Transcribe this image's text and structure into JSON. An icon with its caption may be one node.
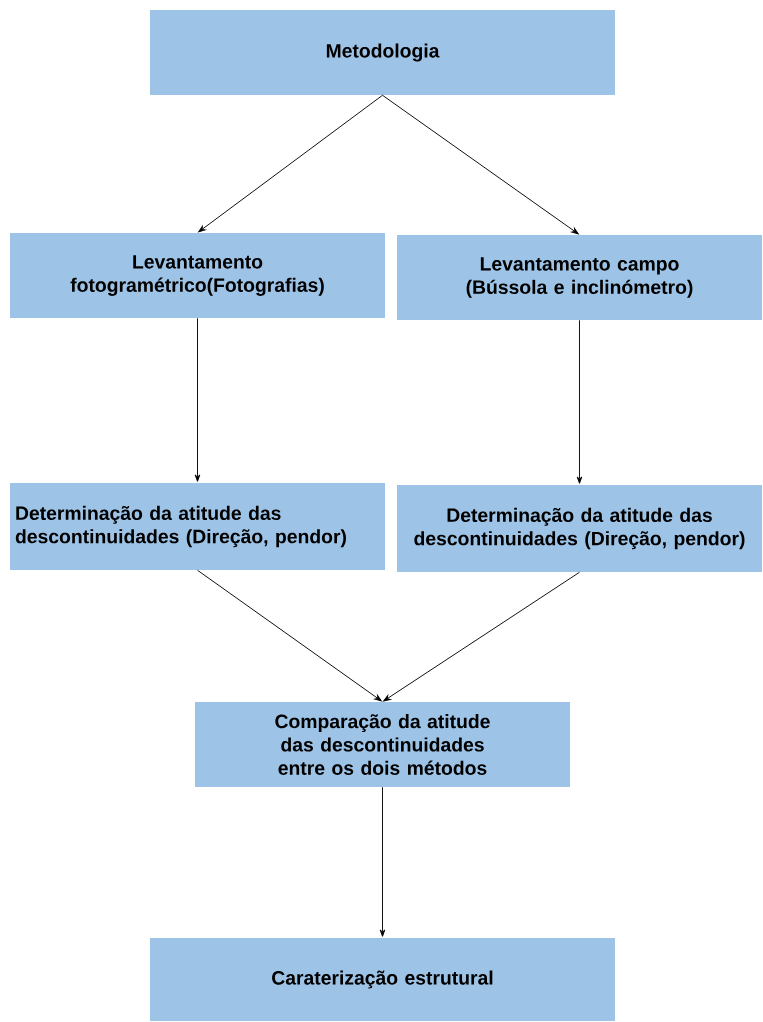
{
  "diagram": {
    "nodes": [
      {
        "text": [
          "Metodologia"
        ]
      },
      {
        "text": [
          "Levantamento fotogramétrico(Fotografias)"
        ]
      },
      {
        "text": [
          "Levantamento campo (Bússola e inclinómetro)"
        ]
      },
      {
        "text": [
          "Determinação da atitude das descontinuidades (Direção, pendor)"
        ]
      },
      {
        "text": [
          "Determinação da atitude das descontinuidades (Direção, pendor)"
        ]
      },
      {
        "text": [
          "Comparação da atitude das descontinuidades entre os dois métodos"
        ]
      },
      {
        "text": [
          "Caraterização estrutural"
        ]
      }
    ],
    "edges": [
      {
        "from": 0,
        "to": 1,
        "arrow": "to"
      },
      {
        "from": 0,
        "to": 2,
        "arrow": "to"
      },
      {
        "from": 1,
        "to": 3,
        "arrow": "to"
      },
      {
        "from": 2,
        "to": 4,
        "arrow": "to"
      },
      {
        "from": 3,
        "to": 5,
        "arrow": "to"
      },
      {
        "from": 4,
        "to": 5,
        "arrow": "to"
      },
      {
        "from": 5,
        "to": 6,
        "arrow": "to"
      }
    ]
  }
}
